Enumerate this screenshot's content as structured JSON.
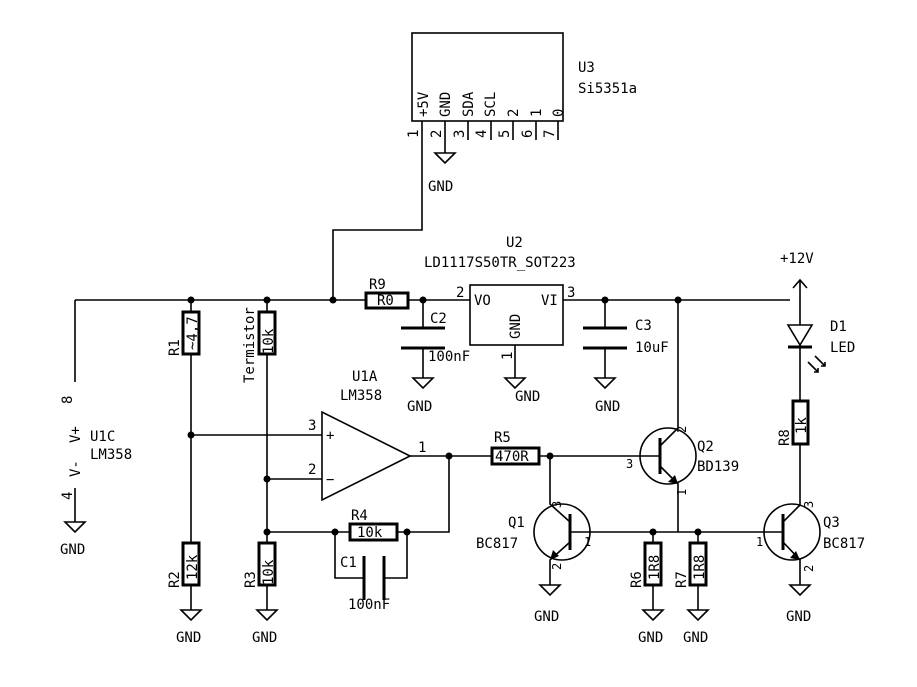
{
  "u3": {
    "ref": "U3",
    "value": "Si5351a",
    "pin_names": [
      "+5V",
      "GND",
      "SDA",
      "SCL",
      "2",
      "1",
      "0"
    ],
    "pin_numbers": [
      "1",
      "2",
      "3",
      "4",
      "5",
      "6",
      "7"
    ]
  },
  "u2": {
    "ref": "U2",
    "value": "LD1117S50TR_SOT223",
    "vo": "VO",
    "vi": "VI",
    "gnd": "GND",
    "pin_vo": "2",
    "pin_vi": "3",
    "pin_gnd": "1"
  },
  "u1c": {
    "ref": "U1C",
    "value": "LM358",
    "vplus": "V+",
    "vminus": "V-",
    "pin8": "8",
    "pin4": "4"
  },
  "u1a": {
    "ref": "U1A",
    "value": "LM358",
    "pin3": "3",
    "pin2": "2",
    "pin1": "1",
    "plus": "+",
    "minus": "−"
  },
  "r1": {
    "ref": "R1",
    "value": "~4,7"
  },
  "r2": {
    "ref": "R2",
    "value": "12k"
  },
  "r3": {
    "ref": "R3",
    "value": "10k"
  },
  "r4": {
    "ref": "R4",
    "value": "10k"
  },
  "r5": {
    "ref": "R5",
    "value": "470R"
  },
  "r6": {
    "ref": "R6",
    "value": "1R8"
  },
  "r7": {
    "ref": "R7",
    "value": "1R8"
  },
  "r8": {
    "ref": "R8",
    "value": "1k"
  },
  "r9": {
    "ref": "R9",
    "value": "R0"
  },
  "termistor": {
    "ref": "Termistor",
    "value": "10k"
  },
  "c1": {
    "ref": "C1",
    "value": "100nF"
  },
  "c2": {
    "ref": "C2",
    "value": "100nF"
  },
  "c3": {
    "ref": "C3",
    "value": "10uF"
  },
  "q1": {
    "ref": "Q1",
    "value": "BC817",
    "p1": "1",
    "p2": "2",
    "p3": "3"
  },
  "q2": {
    "ref": "Q2",
    "value": "BD139",
    "p1": "1",
    "p2": "2",
    "p3": "3"
  },
  "q3": {
    "ref": "Q3",
    "value": "BC817",
    "p1": "1",
    "p2": "2",
    "p3": "3"
  },
  "d1": {
    "ref": "D1",
    "value": "LED"
  },
  "power": {
    "gnd": "GND",
    "v12": "+12V"
  }
}
